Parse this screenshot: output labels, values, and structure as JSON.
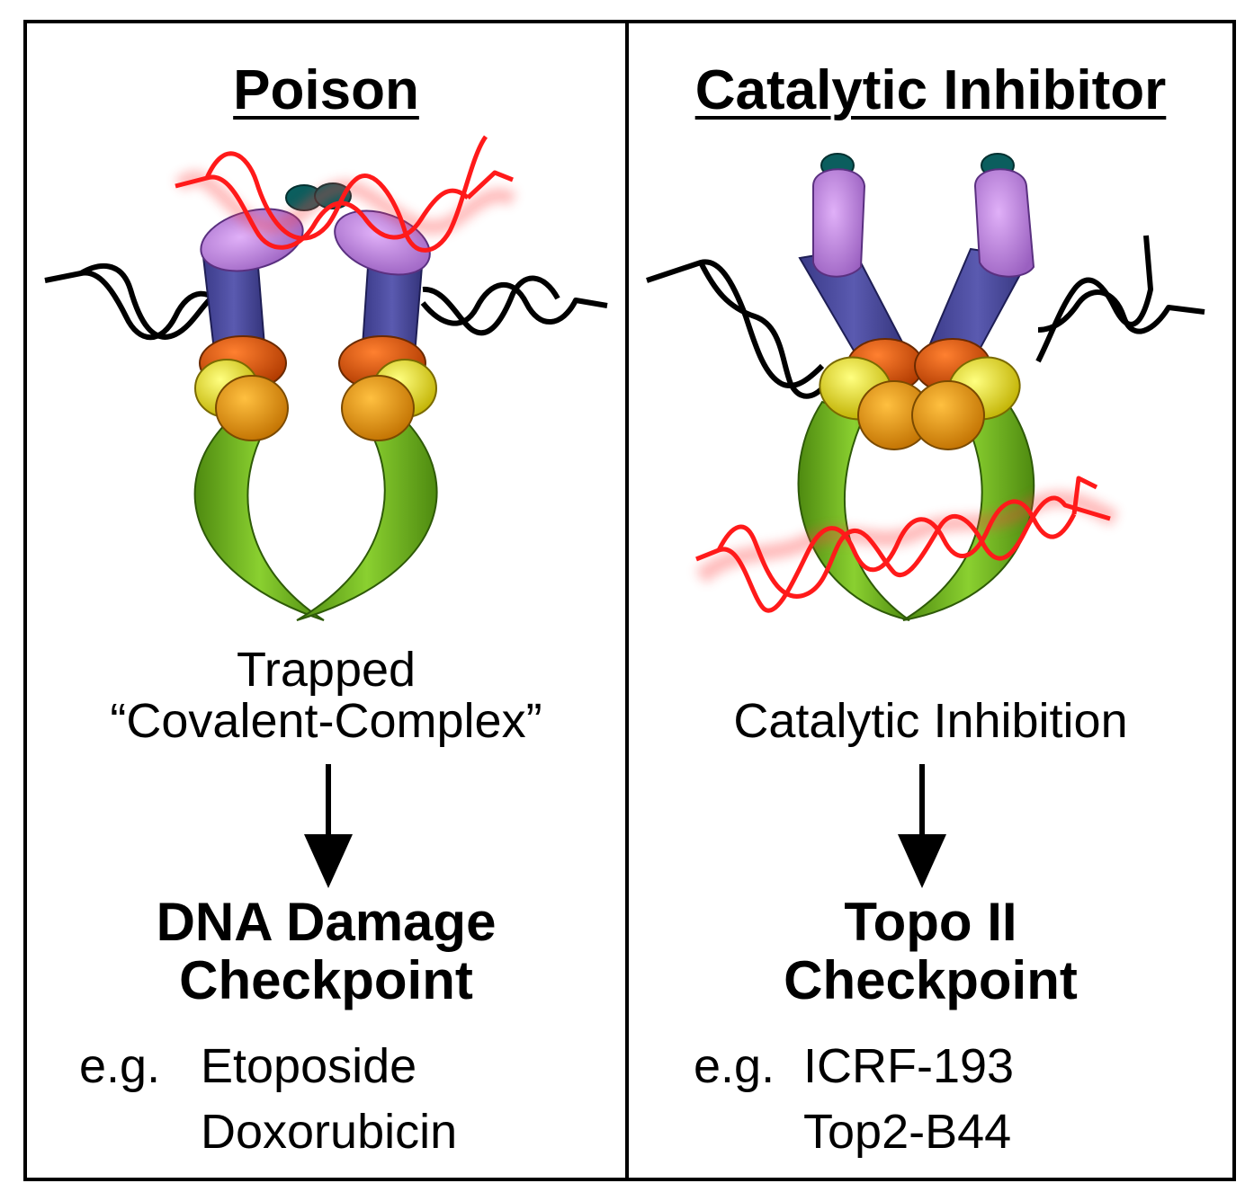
{
  "left_panel": {
    "title": "Poison",
    "mechanism_line1": "Trapped",
    "mechanism_line2": "“Covalent-Complex”",
    "outcome_line1": "DNA Damage",
    "outcome_line2": "Checkpoint",
    "examples_prefix": "e.g.",
    "examples": [
      "Etoposide",
      "Doxorubicin"
    ]
  },
  "right_panel": {
    "title": "Catalytic Inhibitor",
    "mechanism_line1": "Catalytic Inhibition",
    "outcome_line1": "Topo II",
    "outcome_line2": "Checkpoint",
    "examples_prefix": "e.g.",
    "examples": [
      "ICRF-193",
      "Top2-B44"
    ]
  },
  "colors": {
    "dna_g_segment": "#000000",
    "dna_t_segment": "#ff1a1a",
    "atpase_domain": "#c890e8",
    "atp_cap": "#0b5e5e",
    "transducer": "#4a4aa0",
    "toprim": "#e05a10",
    "winged_helix_yellow": "#e8e030",
    "winged_helix_orange": "#e8a010",
    "c_gate": "#72b520"
  }
}
